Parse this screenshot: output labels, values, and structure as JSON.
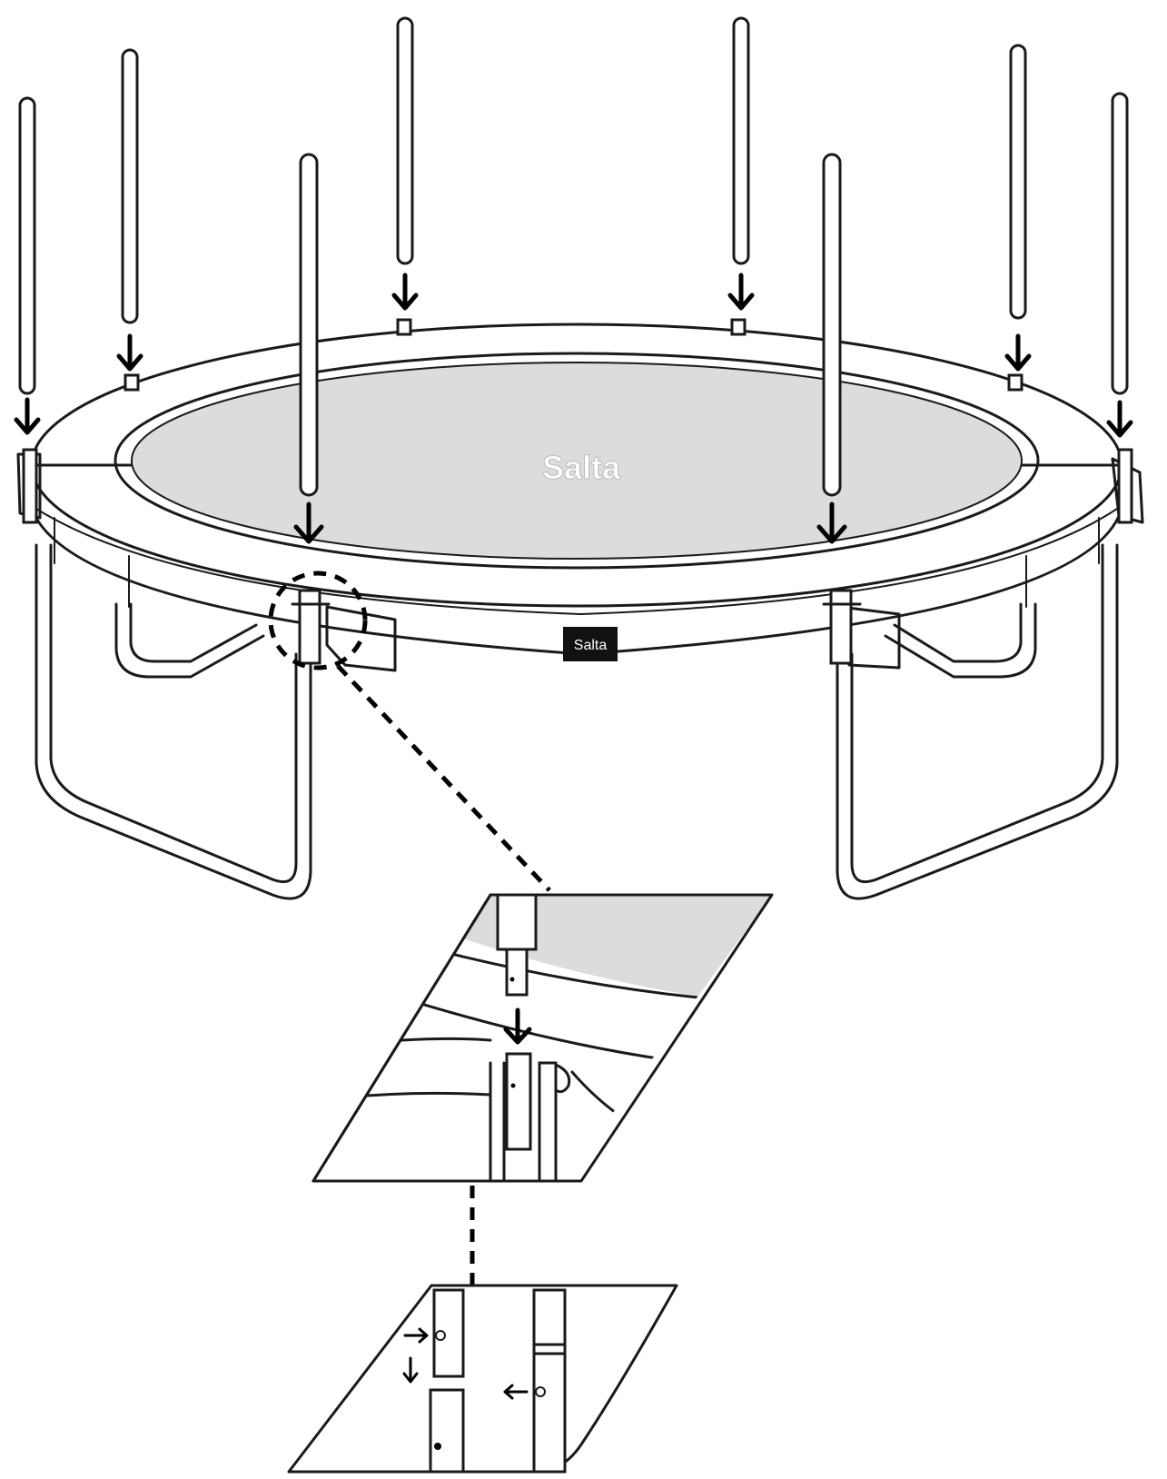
{
  "brand": {
    "mat_logo": "Salta",
    "pad_label": "Salta"
  },
  "colors": {
    "line": "#1a1a1a",
    "mat_fill": "#dcdcdc",
    "label_bg": "#111111",
    "label_text": "#ffffff"
  },
  "illustration": {
    "pole_count": 8,
    "arrow_icon": "down-arrow-icon",
    "detail_views": 2
  }
}
